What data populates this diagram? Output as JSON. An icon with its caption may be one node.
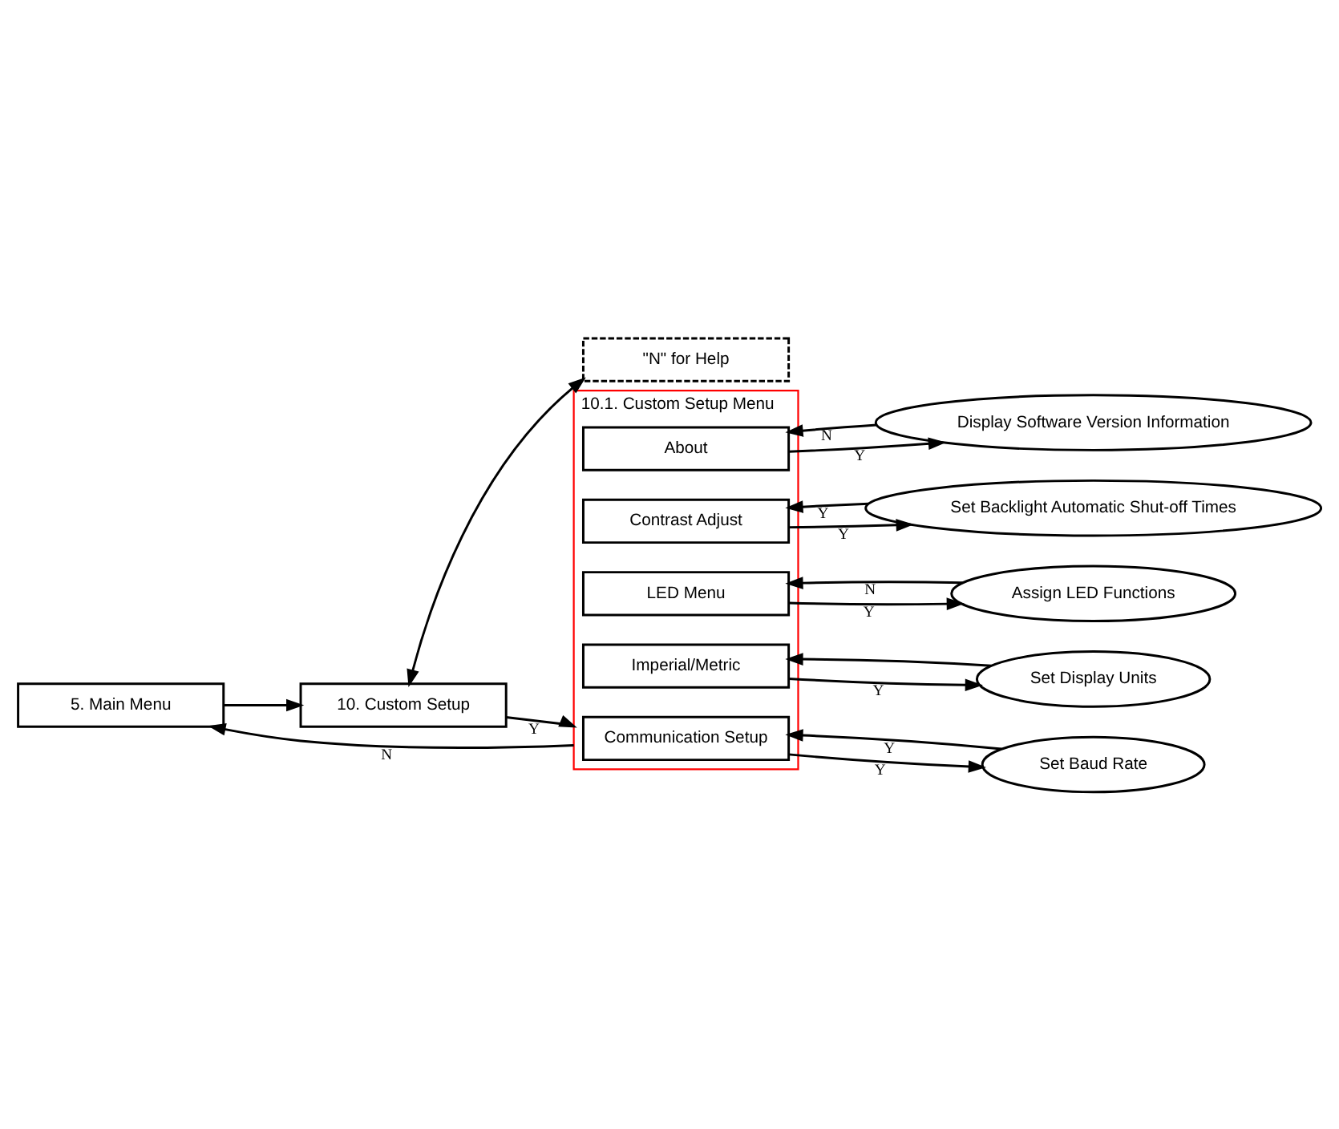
{
  "diagram": {
    "nodes": [
      {
        "text": [
          "5. Main Menu"
        ]
      },
      {
        "text": [
          "10. Custom Setup"
        ]
      },
      {
        "text": [
          "\"N\" for Help"
        ]
      },
      {
        "text": [
          "10.1. Custom Setup Menu"
        ]
      },
      {
        "text": [
          "Communication Setup"
        ],
        "in": 3
      },
      {
        "text": [
          "Set Baud Rate"
        ]
      },
      {
        "text": [
          "Imperial/Metric"
        ],
        "in": 3
      },
      {
        "text": [
          "Set Display Units"
        ]
      },
      {
        "text": [
          "LED Menu"
        ],
        "in": 3
      },
      {
        "text": [
          "Assign LED Functions"
        ]
      },
      {
        "text": [
          "Contrast Adjust"
        ],
        "in": 3
      },
      {
        "text": [
          "Set Backlight Automatic Shut-off Times"
        ]
      },
      {
        "text": [
          "About"
        ],
        "in": 3
      },
      {
        "text": [
          "Display Software Version Information"
        ]
      }
    ],
    "edges": [
      {
        "from": 0,
        "to": 1,
        "arrow": "to"
      },
      {
        "from": 1,
        "to": 2,
        "arrow": "both"
      },
      {
        "from": 1,
        "to": 3,
        "arrow": "to",
        "label": "Y"
      },
      {
        "from": 3,
        "to": 0,
        "arrow": "to",
        "label": "N"
      },
      {
        "from": 4,
        "to": 5,
        "arrow": "to",
        "label": "Y"
      },
      {
        "from": 5,
        "to": 4,
        "arrow": "to",
        "label": "Y"
      },
      {
        "from": 6,
        "to": 7,
        "arrow": "to",
        "label": "Y"
      },
      {
        "from": 7,
        "to": 6,
        "arrow": "to"
      },
      {
        "from": 8,
        "to": 9,
        "arrow": "to",
        "label": "Y"
      },
      {
        "from": 9,
        "to": 8,
        "arrow": "to",
        "label": "N"
      },
      {
        "from": 10,
        "to": 11,
        "arrow": "to",
        "label": "Y"
      },
      {
        "from": 11,
        "to": 10,
        "arrow": "to",
        "label": "Y"
      },
      {
        "from": 12,
        "to": 13,
        "arrow": "to",
        "label": "Y"
      },
      {
        "from": 13,
        "to": 12,
        "arrow": "to",
        "label": "N"
      }
    ]
  }
}
